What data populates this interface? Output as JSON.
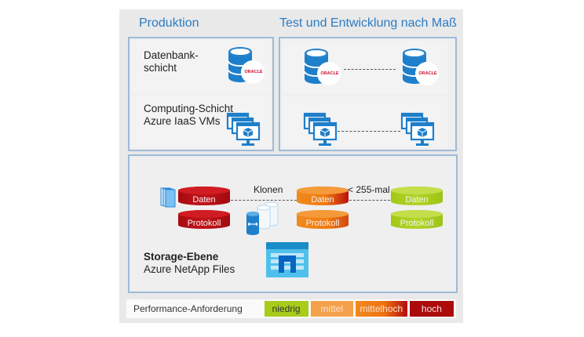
{
  "sections": {
    "production_title": "Produktion",
    "test_title": "Test und Entwicklung nach Maß"
  },
  "production": {
    "db_layer_label_1": "Datenbank-",
    "db_layer_label_2": "schicht",
    "compute_label_1": "Computing-Schicht",
    "compute_label_2": "Azure IaaS VMs",
    "db_icon": "oracle-database-icon",
    "vm_icon": "virtual-machines-icon",
    "oracle_text": "ORACLE"
  },
  "test": {
    "oracle_text": "ORACLE"
  },
  "storage": {
    "clone_label": "Klonen",
    "clone_limit_label": "< 255-mal",
    "title": "Storage-Ebene",
    "subtitle": "Azure NetApp Files",
    "volumes": [
      {
        "data": "Daten",
        "log": "Protokoll",
        "level": "hoch",
        "color": "#b00d12"
      },
      {
        "data": "Daten",
        "log": "Protokoll",
        "level": "mittelhoch",
        "color": "#f07c12"
      },
      {
        "data": "Daten",
        "log": "Protokoll",
        "level": "niedrig",
        "color": "#a8cc1a"
      }
    ]
  },
  "legend": {
    "label": "Performance-Anforderung",
    "levels": [
      {
        "label": "niedrig",
        "color": "#a8cc1a",
        "text_color": "#333333"
      },
      {
        "label": "mittel",
        "color": "#f5a04a",
        "text_color": "#f7e3cf"
      },
      {
        "label": "mittelhoch",
        "color": "#ef7a12",
        "text_color": "#f7e3cf"
      },
      {
        "label": "hoch",
        "color": "#ac0b0b",
        "text_color": "#f5dede"
      }
    ]
  },
  "colors": {
    "accent_blue": "#2c7cc0",
    "icon_blue": "#1e7fcb"
  }
}
